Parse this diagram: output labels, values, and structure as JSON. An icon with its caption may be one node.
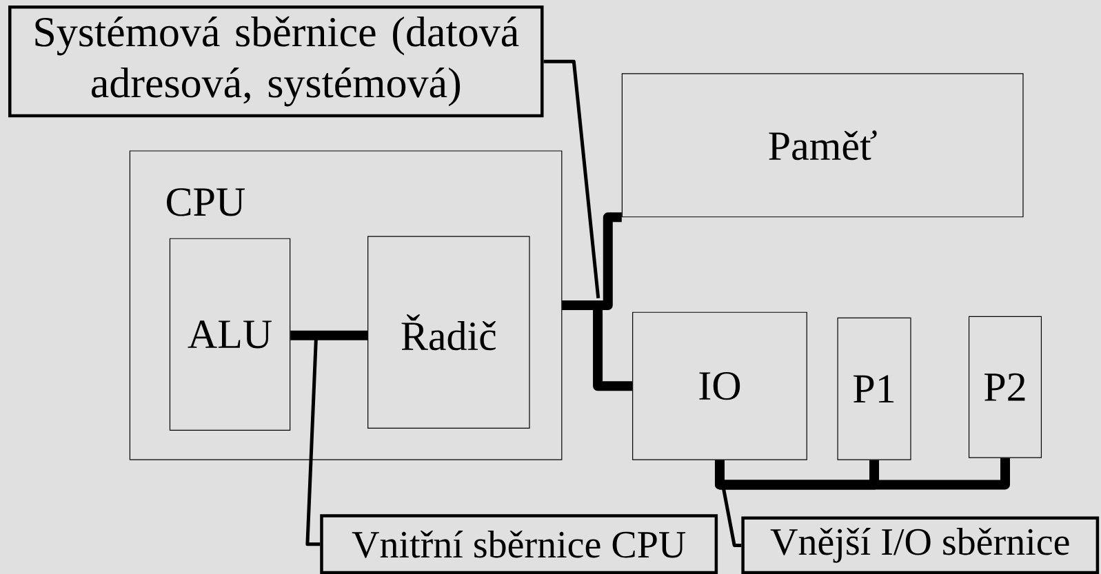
{
  "diagram": {
    "nodes": [
      {
        "text": [
          "Systémová sběrnice (datová adresová, systémová)"
        ]
      },
      {
        "text": [
          "CPU"
        ]
      },
      {
        "text": [
          "ALU"
        ],
        "in": 1
      },
      {
        "text": [
          "Řadič"
        ],
        "in": 1
      },
      {
        "text": [
          "Paměť"
        ]
      },
      {
        "text": [
          "IO"
        ]
      },
      {
        "text": [
          "P1"
        ]
      },
      {
        "text": [
          "P2"
        ]
      },
      {
        "text": [
          "Vnitřní sběrnice CPU"
        ]
      },
      {
        "text": [
          "Vnější I/O sběrnice"
        ]
      }
    ],
    "edges": [
      {
        "from": 2,
        "to": 3,
        "arrow": "none"
      },
      {
        "from": 1,
        "to": 4,
        "arrow": "none"
      },
      {
        "from": 1,
        "to": 5,
        "arrow": "none"
      },
      {
        "from": 5,
        "to": 6,
        "arrow": "none"
      },
      {
        "from": 5,
        "to": 7,
        "arrow": "none"
      },
      {
        "from": 0,
        "to": null,
        "arrow": "none"
      },
      {
        "from": 8,
        "to": null,
        "arrow": "none"
      },
      {
        "from": 9,
        "to": null,
        "arrow": "none"
      }
    ]
  }
}
